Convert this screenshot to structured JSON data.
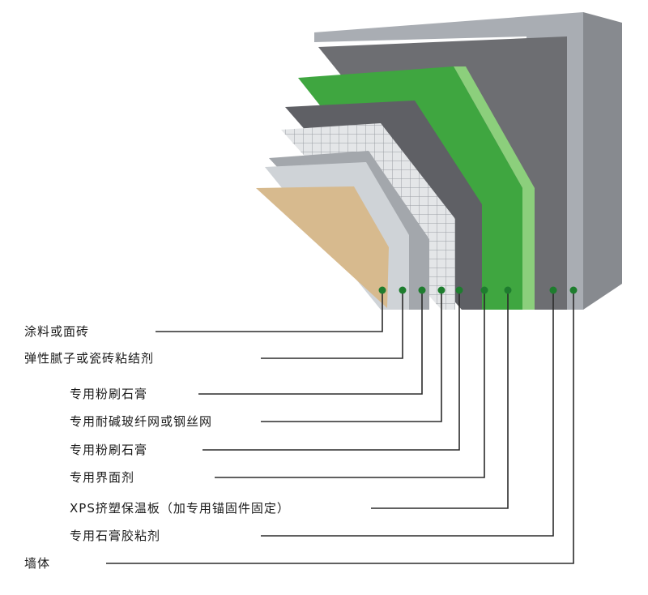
{
  "colors": {
    "wall_front": "#6d6e72",
    "wall_frame": "#a9adb3",
    "wall_side": "#878a8f",
    "xps_green": "#3fa640",
    "xps_edge": "#8ccf7c",
    "dark_layer": "#5f6065",
    "mesh_layer": "#e4e6e8",
    "mesh_line": "#9a9ea3",
    "gray_layer": "#a3a7ac",
    "plaster_layer": "#cfd3d7",
    "finish_tan": "#d7ba8e",
    "leader_line": "#2b2b2b",
    "dot_green": "#1e7d2e"
  },
  "layers": [
    {
      "id": "coating",
      "label": "涂料或面砖"
    },
    {
      "id": "putty",
      "label": "弹性腻子或瓷砖粘结剂"
    },
    {
      "id": "plaster-outer",
      "label": "专用粉刷石膏"
    },
    {
      "id": "mesh",
      "label": "专用耐碱玻纤网或钢丝网"
    },
    {
      "id": "plaster-inner",
      "label": "专用粉刷石膏"
    },
    {
      "id": "interface",
      "label": "专用界面剂"
    },
    {
      "id": "xps",
      "label": "XPS挤塑保温板（加专用锚固件固定）"
    },
    {
      "id": "adhesive",
      "label": "专用石膏胶粘剂"
    },
    {
      "id": "wall",
      "label": "墙体"
    }
  ]
}
